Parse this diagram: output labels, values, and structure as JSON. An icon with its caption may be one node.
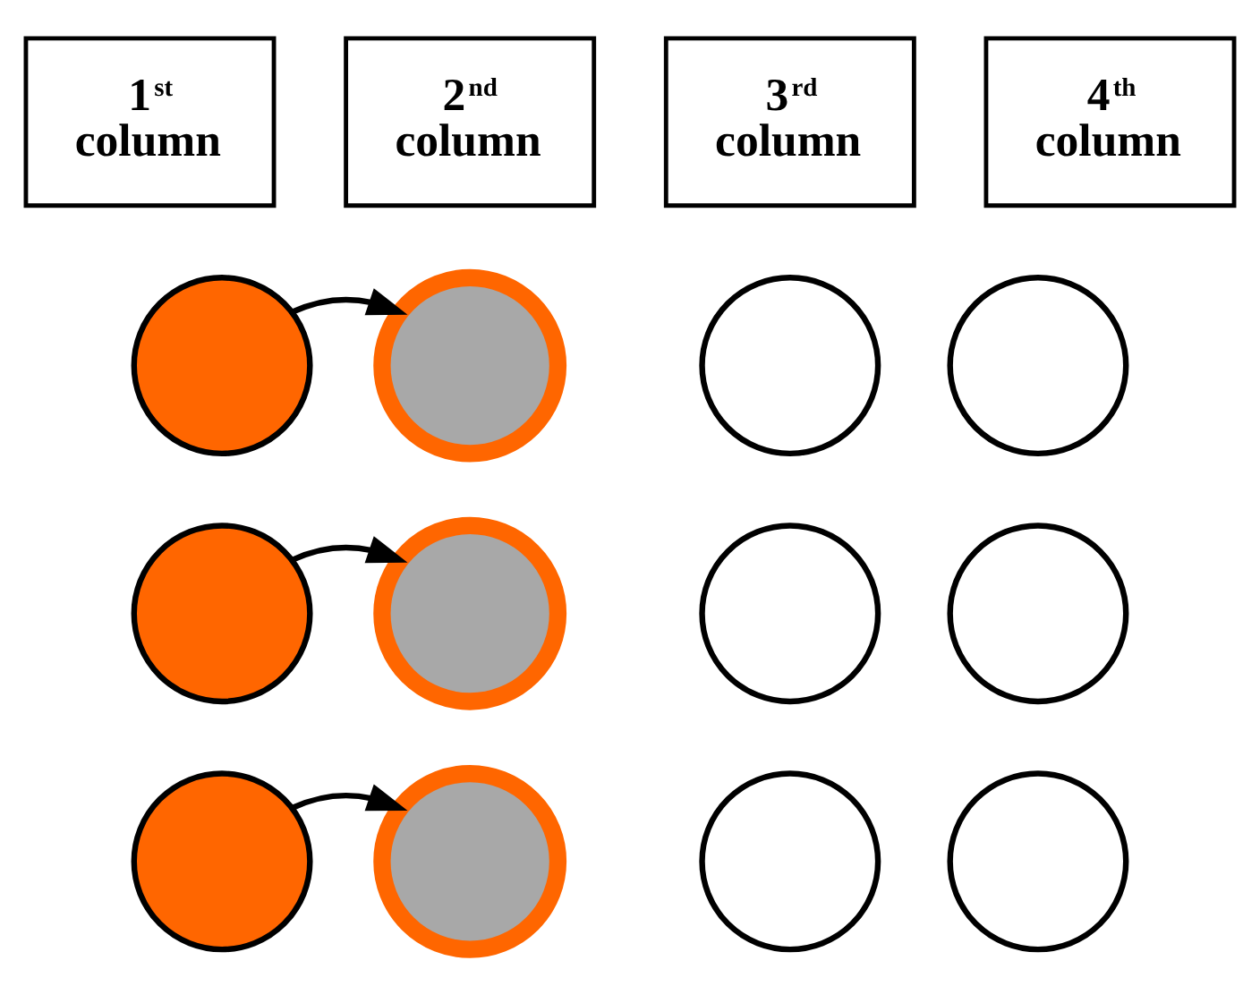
{
  "diagram": {
    "nodes": [
      {
        "text": [
          "1$^{st}$ column"
        ]
      },
      {
        "text": [
          "2$^{nd}$ column"
        ]
      },
      {
        "text": [
          "3$^{rd}$ column"
        ]
      },
      {
        "text": [
          "4$^{th}$ column"
        ]
      },
      {
        "text": [],
        "shape": "circle"
      },
      {
        "text": [],
        "shape": "circle"
      },
      {
        "text": [],
        "shape": "circle"
      },
      {
        "text": [],
        "shape": "circle"
      },
      {
        "text": [],
        "shape": "circle"
      },
      {
        "text": [],
        "shape": "circle"
      },
      {
        "text": [],
        "shape": "circle"
      },
      {
        "text": [],
        "shape": "circle"
      },
      {
        "text": [],
        "shape": "circle"
      },
      {
        "text": [],
        "shape": "circle"
      },
      {
        "text": [],
        "shape": "circle"
      },
      {
        "text": [],
        "shape": "circle"
      }
    ],
    "edges": [
      {
        "from": 4,
        "to": 5,
        "arrow": "to"
      },
      {
        "from": 8,
        "to": 9,
        "arrow": "to"
      },
      {
        "from": 12,
        "to": 13,
        "arrow": "to"
      }
    ]
  }
}
